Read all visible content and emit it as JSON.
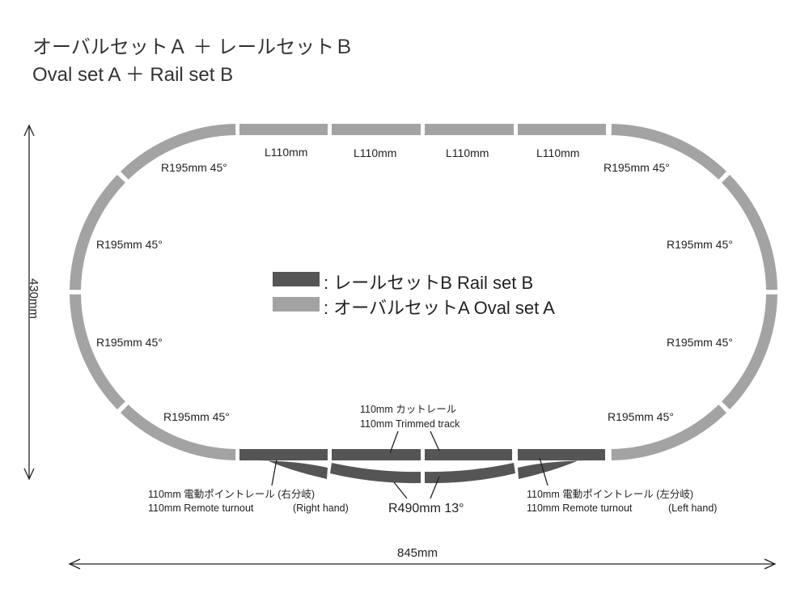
{
  "title": {
    "ja": "オーバルセットＡ ＋ レールセットＢ",
    "en": "Oval set A ＋ Rail set B"
  },
  "colors": {
    "rail_set_b": "#555555",
    "oval_set_a": "#a3a3a3"
  },
  "legend": [
    {
      "text": ": レールセットB  Rail set B",
      "color": "#555555"
    },
    {
      "text": ": オーバルセットA  Oval set A",
      "color": "#a3a3a3"
    }
  ],
  "straight_labels": [
    "L110mm",
    "L110mm",
    "L110mm",
    "L110mm"
  ],
  "curve_labels": {
    "left_top": "R195mm 45°",
    "left_upper": "R195mm 45°",
    "left_lower": "R195mm 45°",
    "left_bottom": "R195mm 45°",
    "right_top": "R195mm 45°",
    "right_upper": "R195mm 45°",
    "right_lower": "R195mm 45°",
    "right_bottom": "R195mm 45°"
  },
  "trimmed": {
    "line1": "110mm カットレール",
    "line2": "110mm Trimmed track"
  },
  "turnout_right": {
    "line1": "110mm 電動ポイントレール (右分岐)",
    "line2": "110mm Remote turnout",
    "hand": "(Right hand)"
  },
  "turnout_left": {
    "line1": "110mm 電動ポイントレール (左分岐)",
    "line2": "110mm Remote turnout",
    "hand": "(Left hand)"
  },
  "r490": "R490mm 13°",
  "dims": {
    "height": "430mm",
    "width": "845mm"
  }
}
